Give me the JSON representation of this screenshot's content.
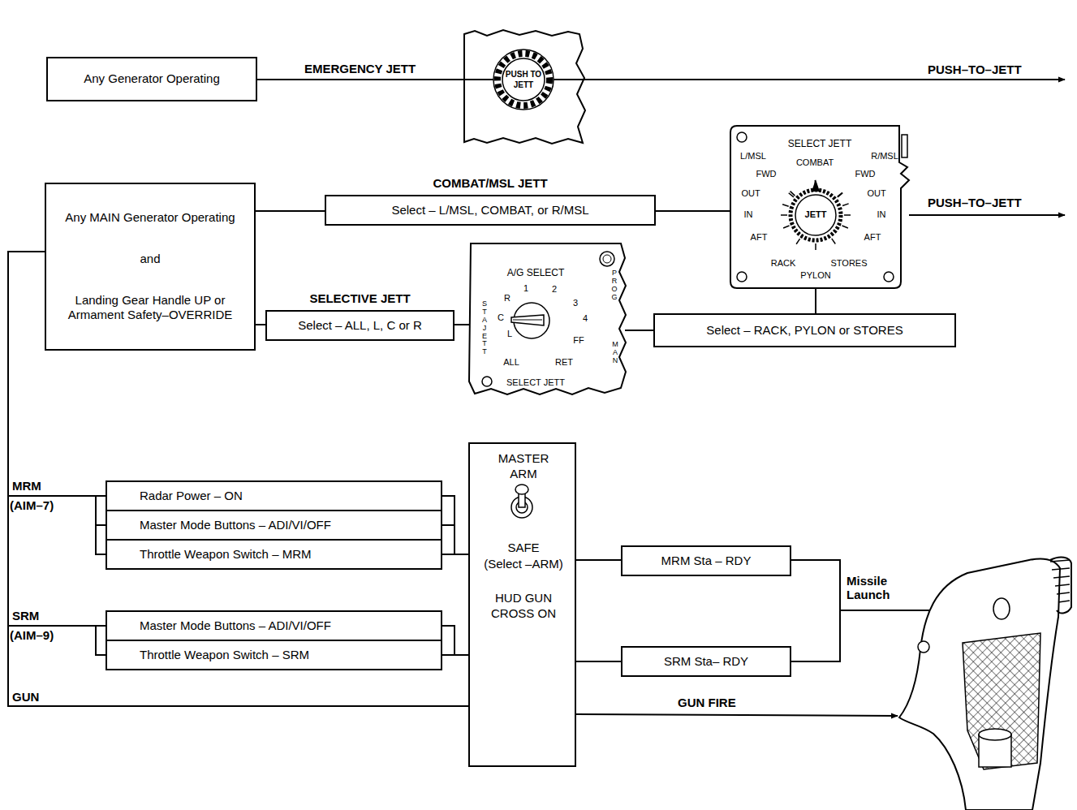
{
  "diagram": {
    "nodes": [
      {
        "text": [
          "Any Generator Operating"
        ]
      },
      {
        "text": [
          "PUSH TO JETT"
        ]
      },
      {
        "text": [
          "Any MAIN Generator Operating",
          "and",
          "Landing Gear Handle UP or Armament Safety–OVERRIDE"
        ]
      },
      {
        "text": [
          "COMBAT/MSL JETT",
          "Select – L/MSL, COMBAT, or R/MSL"
        ]
      },
      {
        "text": [
          "SELECT JETT",
          "L/MSL",
          "COMBAT",
          "R/MSL",
          "FWD",
          "FWD",
          "OUT",
          "OUT",
          "IN",
          "IN",
          "AFT",
          "AFT",
          "RACK",
          "PYLON",
          "STORES",
          "JETT"
        ]
      },
      {
        "text": [
          "SELECTIVE JETT",
          "Select – ALL, L, C or R"
        ]
      },
      {
        "text": [
          "A/G SELECT",
          "R",
          "C",
          "L",
          "ALL",
          "1",
          "2",
          "3",
          "4",
          "FF",
          "RET",
          "STA JETT",
          "PROG",
          "MAN",
          "SELECT JETT"
        ]
      },
      {
        "text": [
          "Select – RACK, PYLON or STORES"
        ]
      },
      {
        "text": [
          "Radar Power – ON"
        ]
      },
      {
        "text": [
          "Master Mode Buttons – ADI/VI/OFF"
        ]
      },
      {
        "text": [
          "Throttle Weapon Switch – MRM"
        ]
      },
      {
        "text": [
          "Master Mode Buttons – ADI/VI/OFF"
        ]
      },
      {
        "text": [
          "Throttle Weapon Switch – SRM"
        ]
      },
      {
        "text": [
          "MASTER ARM",
          "SAFE",
          "(Select –ARM)",
          "HUD GUN CROSS ON"
        ]
      },
      {
        "text": [
          "MRM Sta – RDY"
        ]
      },
      {
        "text": [
          "SRM Sta– RDY"
        ]
      }
    ],
    "edges": [
      {
        "from": 0,
        "to": 1,
        "arrow": "none",
        "label": "EMERGENCY JETT"
      },
      {
        "from": 2,
        "to": 3,
        "arrow": "none"
      },
      {
        "from": 3,
        "to": 4,
        "arrow": "none"
      },
      {
        "from": 2,
        "to": 5,
        "arrow": "none"
      },
      {
        "from": 5,
        "to": 6,
        "arrow": "none"
      },
      {
        "from": 6,
        "to": 7,
        "arrow": "none"
      },
      {
        "from": 7,
        "to": 4,
        "arrow": "none"
      },
      {
        "from": 2,
        "to": 8,
        "arrow": "none"
      },
      {
        "from": 2,
        "to": 9,
        "arrow": "none"
      },
      {
        "from": 2,
        "to": 10,
        "arrow": "none"
      },
      {
        "from": 2,
        "to": 11,
        "arrow": "none"
      },
      {
        "from": 2,
        "to": 12,
        "arrow": "none"
      },
      {
        "from": 2,
        "to": 13,
        "arrow": "none"
      },
      {
        "from": 8,
        "to": 13,
        "arrow": "none"
      },
      {
        "from": 9,
        "to": 13,
        "arrow": "none"
      },
      {
        "from": 10,
        "to": 13,
        "arrow": "none"
      },
      {
        "from": 11,
        "to": 13,
        "arrow": "none"
      },
      {
        "from": 12,
        "to": 13,
        "arrow": "none"
      },
      {
        "from": 13,
        "to": 14,
        "arrow": "none"
      },
      {
        "from": 13,
        "to": 15,
        "arrow": "none"
      }
    ],
    "labels": [
      "PUSH–TO–JETT",
      "PUSH–TO–JETT",
      "MRM",
      "(AIM–7)",
      "SRM",
      "(AIM–9)",
      "GUN",
      "Missile Launch",
      "GUN FIRE"
    ]
  }
}
